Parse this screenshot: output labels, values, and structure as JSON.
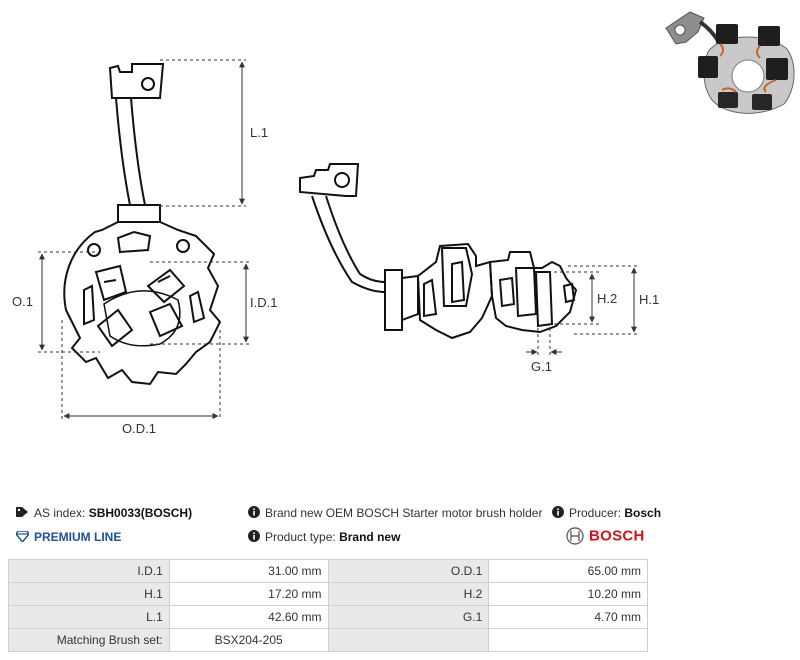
{
  "drawing": {
    "front_view": {
      "length_label": "L.1",
      "outer_label": "O.1",
      "inner_label": "I.D.1",
      "od_label": "O.D.1"
    },
    "side_view": {
      "h2_label": "H.2",
      "h1_label": "H.1",
      "g1_label": "G.1"
    }
  },
  "info": {
    "as_index_label": "AS index:",
    "as_index_value": "SBH0033(BOSCH)",
    "premium_line": "PREMIUM LINE",
    "description": "Brand new OEM BOSCH Starter motor brush holder",
    "product_type_label": "Product type:",
    "product_type_value": "Brand new",
    "producer_label": "Producer:",
    "producer_value": "Bosch",
    "brand_logo_text": "BOSCH"
  },
  "specs": {
    "rows": [
      {
        "l1": "I.D.1",
        "v1": "31.00 mm",
        "l2": "O.D.1",
        "v2": "65.00 mm"
      },
      {
        "l1": "H.1",
        "v1": "17.20 mm",
        "l2": "H.2",
        "v2": "10.20 mm"
      },
      {
        "l1": "L.1",
        "v1": "42.60 mm",
        "l2": "G.1",
        "v2": "4.70 mm"
      },
      {
        "l1": "Matching Brush set:",
        "v1": "BSX204-205",
        "l2": "",
        "v2": ""
      }
    ]
  },
  "colors": {
    "premium_blue": "#1f4fa0",
    "bosch_red": "#d4121a",
    "label_cell_bg": "#e9e9e9"
  }
}
